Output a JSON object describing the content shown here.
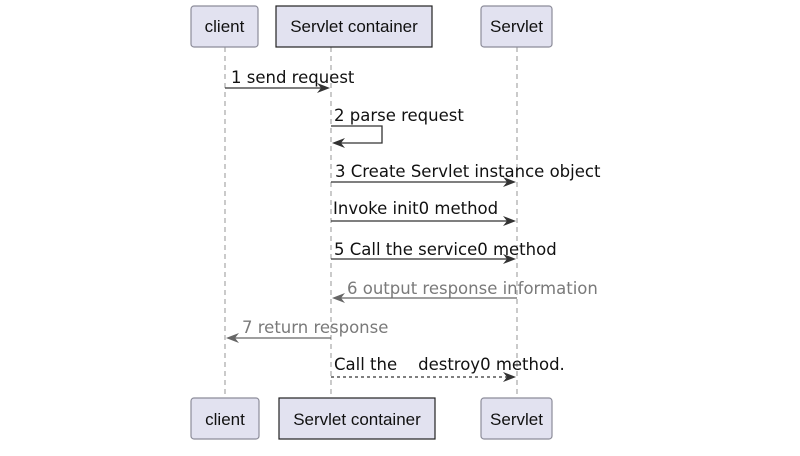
{
  "participants": {
    "client": "client",
    "container": "Servlet container",
    "servlet": "Servlet"
  },
  "messages": [
    {
      "text": "1 send request"
    },
    {
      "text": "2 parse request"
    },
    {
      "text": "3 Create Servlet instance object"
    },
    {
      "text": "Invoke init0 method"
    },
    {
      "text": "5 Call the service0 method"
    },
    {
      "text": "6 output response information"
    },
    {
      "text": "7 return response"
    },
    {
      "text": "Call the    destroy0 method."
    }
  ]
}
